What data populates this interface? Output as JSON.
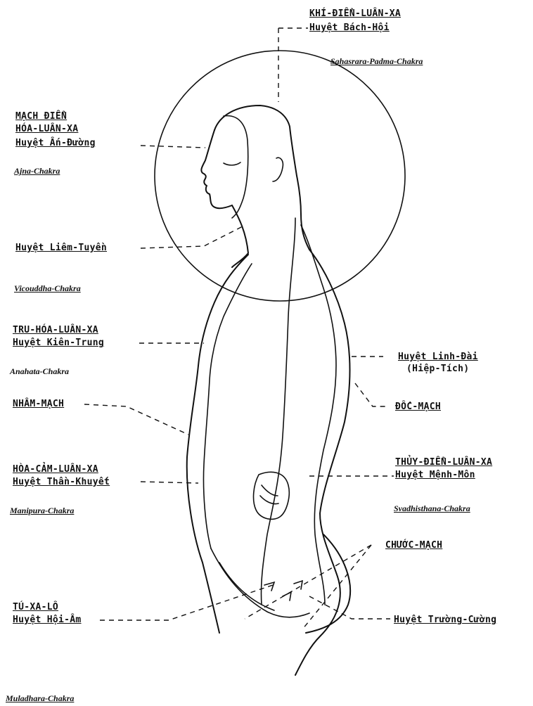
{
  "labels": {
    "top_main": "KHÍ-ĐIỂN-LUÂN-XA",
    "top_point": "Huyệt Bách-Hội",
    "top_chakra": "Sahasrara-Padma-Chakra",
    "ajna_1": "MẠCH ĐIỂN",
    "ajna_2": "HÓA-LUÂN-XA",
    "ajna_point": "Huyệt Ấn-Đường",
    "ajna_chakra": "Ajna-Chakra",
    "throat_point": "Huyệt Liêm-Tuyền",
    "throat_chakra": "Vicouddha-Chakra",
    "heart_main": "TRU-HÓA-LUÂN-XA",
    "heart_point": "Huyệt Kiên-Trung",
    "heart_chakra": "Anahata-Chakra",
    "nham": "NHÂM-MẠCH",
    "solar_main": "HÒA-CẢM-LUÂN-XA",
    "solar_point": "Huyệt Thần-Khuyết",
    "solar_chakra": "Manipura-Chakra",
    "root_main": "TÚ-XA-LÔ",
    "root_point": "Huyệt Hội-Âm",
    "root_chakra": "Muladhara-Chakra",
    "back_point_1": "Huyệt Linh-Đài",
    "back_point_2": "(Hiệp-Tích)",
    "doc": "ĐỐC-MẠCH",
    "sacral_main": "THỦY-ĐIỂN-LUÂN-XA",
    "sacral_point": "Huyệt Mệnh-Môn",
    "sacral_chakra": "Svadhisthana-Chakra",
    "chuoc": "CHƯỚC-MẠCH",
    "tail_point": "Huyệt Trường-Cường"
  }
}
